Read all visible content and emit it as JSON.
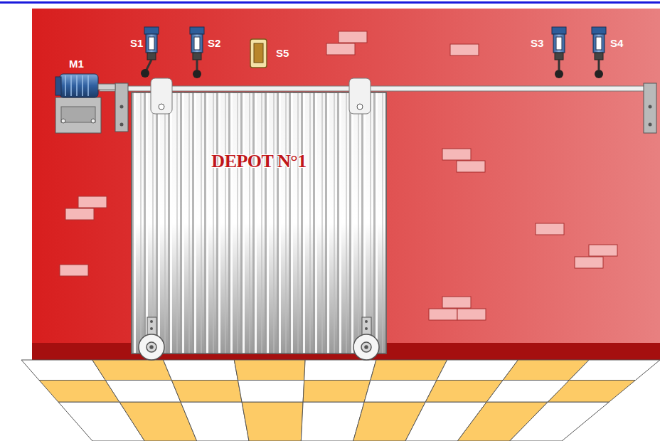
{
  "diagram": {
    "nodes": [
      {
        "text": [
          "DEPOT N°1"
        ]
      }
    ],
    "labels": [
      "S1",
      "S2",
      "S5",
      "S3",
      "S4",
      "M1"
    ]
  }
}
